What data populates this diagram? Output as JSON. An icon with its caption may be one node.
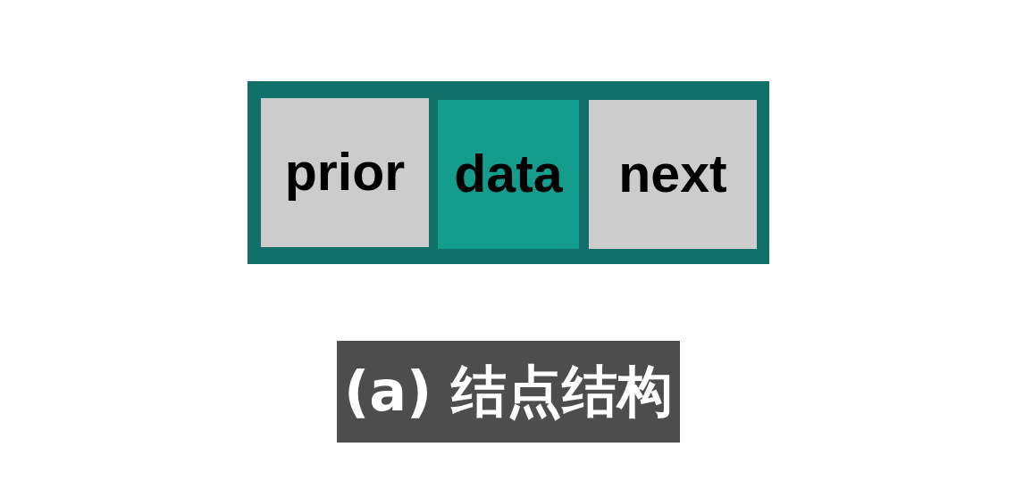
{
  "diagram": {
    "caption": "(a) 结点结构",
    "nodes": [
      {
        "text": [],
        "shape": "box"
      },
      {
        "text": [
          "prior"
        ],
        "in": 0
      },
      {
        "text": [
          "data"
        ],
        "in": 0
      },
      {
        "text": [
          "next"
        ],
        "in": 0
      }
    ]
  }
}
